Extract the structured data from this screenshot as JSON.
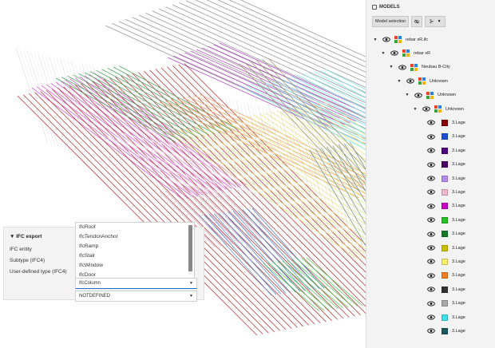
{
  "models": {
    "header": "MODELS",
    "toolbar": {
      "model_selection": "Model selection"
    },
    "tree": [
      {
        "label": "rebar xR.ifc",
        "level": 0,
        "icon": "model-icon"
      },
      {
        "label": "rebar xR",
        "level": 1,
        "icon": "model-icon"
      },
      {
        "label": "Neubau B-City",
        "level": 2,
        "icon": "model-icon"
      },
      {
        "label": "Unknown",
        "level": 3,
        "icon": "model-icon"
      },
      {
        "label": "Unknown",
        "level": 4,
        "icon": "model-icon"
      },
      {
        "label": "Unknown",
        "level": 5,
        "icon": "model-icon"
      }
    ],
    "layers": [
      {
        "label": "3.Lage",
        "color": "#8b0000"
      },
      {
        "label": "3.Lage",
        "color": "#1e4fd6"
      },
      {
        "label": "3.Lage",
        "color": "#4b0082"
      },
      {
        "label": "3.Lage",
        "color": "#4b0066"
      },
      {
        "label": "3.Lage",
        "color": "#b48cf0"
      },
      {
        "label": "3.Lage",
        "color": "#f2b6cf"
      },
      {
        "label": "3.Lage",
        "color": "#c800c8"
      },
      {
        "label": "3.Lage",
        "color": "#22c022"
      },
      {
        "label": "3.Lage",
        "color": "#157a25"
      },
      {
        "label": "3.Lage",
        "color": "#c8c000"
      },
      {
        "label": "3.Lage",
        "color": "#f5ef6a"
      },
      {
        "label": "3.Lage",
        "color": "#f08020"
      },
      {
        "label": "3.Lage",
        "color": "#303030"
      },
      {
        "label": "3.Lage",
        "color": "#a8a8a8"
      },
      {
        "label": "3.Lage",
        "color": "#40e0ea"
      },
      {
        "label": "3.Lage",
        "color": "#1a5a5a"
      }
    ]
  },
  "ifc_export": {
    "title": "IFC export",
    "labels": {
      "entity": "IFC entity",
      "subtype": "Subtype (IFC4)",
      "user_defined": "User-defined type (IFC4)"
    },
    "entity_options": [
      "IfcRoof",
      "IfcTendonAnchor",
      "IfcRamp",
      "IfcStair",
      "IfcWindow",
      "IfcDoor"
    ],
    "entity_value": "IfcColumn",
    "subtype_value": "NOTDEFINED"
  },
  "viewport": {
    "bands": [
      {
        "color": "#909090"
      },
      {
        "color": "#b040c0"
      },
      {
        "color": "#d650d6"
      },
      {
        "color": "#b02a2a"
      },
      {
        "color": "#3f9f50"
      },
      {
        "color": "#f0a060"
      },
      {
        "color": "#f2d8f8"
      },
      {
        "color": "#e6e67a"
      },
      {
        "color": "#7ee8ec"
      },
      {
        "color": "#6a9090"
      },
      {
        "color": "#d0a0b8"
      },
      {
        "color": "#4a86d6"
      },
      {
        "color": "#4ac850"
      },
      {
        "color": "#9a8f70"
      }
    ]
  }
}
